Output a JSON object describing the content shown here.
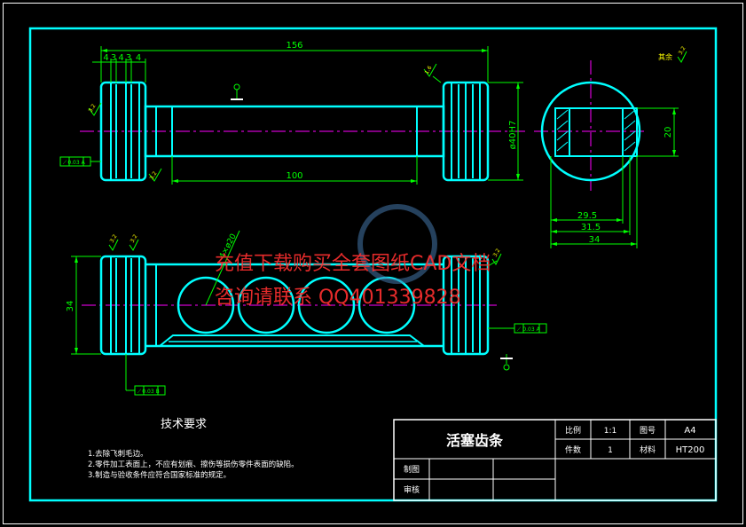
{
  "dimensions": {
    "overall_length": "156",
    "segments": [
      "4",
      "3",
      "4",
      "3",
      "4"
    ],
    "shaft_length": "100",
    "bore_diameter": "ø40H7",
    "section_width": "20",
    "depth_1": "29.5",
    "depth_2": "31.5",
    "depth_3": "34",
    "bottom_height": "34",
    "hole_diameter": "4×ø20"
  },
  "surface": {
    "rest": "其余",
    "ra_marks": [
      "1.6",
      "3.2",
      "3.2",
      "3.2",
      "3.2",
      "3.2",
      "3.2"
    ]
  },
  "tolerances": {
    "runout_1": "0.03 A",
    "runout_2": "0.03 A",
    "runout_3": "0.03 B",
    "datum_a": "A",
    "datum_b": "B"
  },
  "requirements": {
    "heading": "技术要求",
    "items": [
      "1.去除飞刺毛边。",
      "2.零件加工表面上，不应有划痕、擦伤等损伤零件表面的缺陷。",
      "3.制造与验收条件应符合国家标准的规定。"
    ]
  },
  "title_block": {
    "part_name": "活塞齿条",
    "scale_label": "比例",
    "scale_value": "1:1",
    "drawing_no_label": "图号",
    "drawing_no_value": "A4",
    "qty_label": "件数",
    "qty_value": "1",
    "material_label": "材料",
    "material_value": "HT200",
    "drawn_label": "制图",
    "checked_label": "审核"
  },
  "watermark": {
    "line1": "充值下载购买全套图纸CAD文档",
    "line2": "咨询请联系 QQ401339828"
  },
  "colors": {
    "outline": "#00ffff",
    "dimension": "#00ff00",
    "centerline": "#ff00ff",
    "watermark": "#ff3030"
  }
}
